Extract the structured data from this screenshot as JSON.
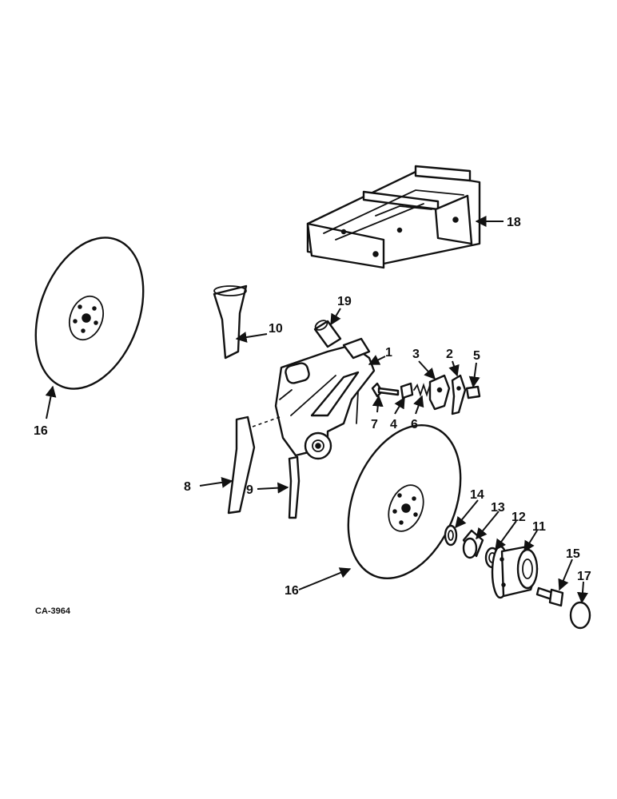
{
  "figure_code": "CA-3964",
  "callouts": {
    "c1": "1",
    "c2": "2",
    "c3": "3",
    "c4": "4",
    "c5": "5",
    "c6": "6",
    "c7": "7",
    "c8": "8",
    "c9": "9",
    "c10": "10",
    "c11": "11",
    "c12": "12",
    "c13": "13",
    "c14": "14",
    "c15": "15",
    "c16a": "16",
    "c16b": "16",
    "c17": "17",
    "c18": "18",
    "c19": "19"
  }
}
